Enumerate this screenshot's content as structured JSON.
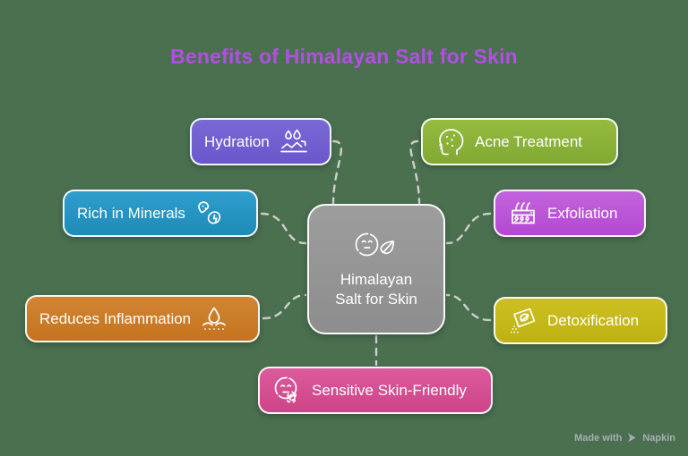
{
  "page": {
    "title": "Benefits of Himalayan Salt for Skin",
    "background_color": "#4a7050",
    "title_color": "#b24fe2",
    "connector_color": "#cfcfcf"
  },
  "center": {
    "label_line1": "Himalayan",
    "label_line2": "Salt for Skin",
    "icon": "smiling-face-leaf-icon",
    "color": "#909090"
  },
  "nodes": [
    {
      "id": "hydration",
      "label": "Hydration",
      "icon": "water-droplets-arrow-icon",
      "color": "#7a68d6",
      "icon_side": "right",
      "position": "top-left"
    },
    {
      "id": "acne-treatment",
      "label": "Acne Treatment",
      "icon": "face-profile-acne-icon",
      "color": "#95bb3f",
      "icon_side": "left",
      "position": "top-right"
    },
    {
      "id": "rich-in-minerals",
      "label": "Rich in Minerals",
      "icon": "mineral-crystals-icon",
      "color": "#2f9fcd",
      "icon_side": "right",
      "position": "middle-left"
    },
    {
      "id": "exfoliation",
      "label": "Exfoliation",
      "icon": "skin-texture-scrub-icon",
      "color": "#c264dd",
      "icon_side": "left",
      "position": "middle-right"
    },
    {
      "id": "reduces-inflammation",
      "label": "Reduces Inflammation",
      "icon": "droplet-skin-soothe-icon",
      "color": "#d38432",
      "icon_side": "right",
      "position": "bottom-left"
    },
    {
      "id": "detoxification",
      "label": "Detoxification",
      "icon": "leaf-card-detox-icon",
      "color": "#ccc021",
      "icon_side": "left",
      "position": "bottom-right"
    },
    {
      "id": "sensitive-skin-friendly",
      "label": "Sensitive Skin-Friendly",
      "icon": "face-flower-gentle-icon",
      "color": "#da5b9b",
      "icon_side": "left",
      "position": "bottom-center"
    }
  ],
  "watermark": {
    "prefix": "Made with",
    "brand": "Napkin",
    "icon": "napkin-logo-icon"
  }
}
